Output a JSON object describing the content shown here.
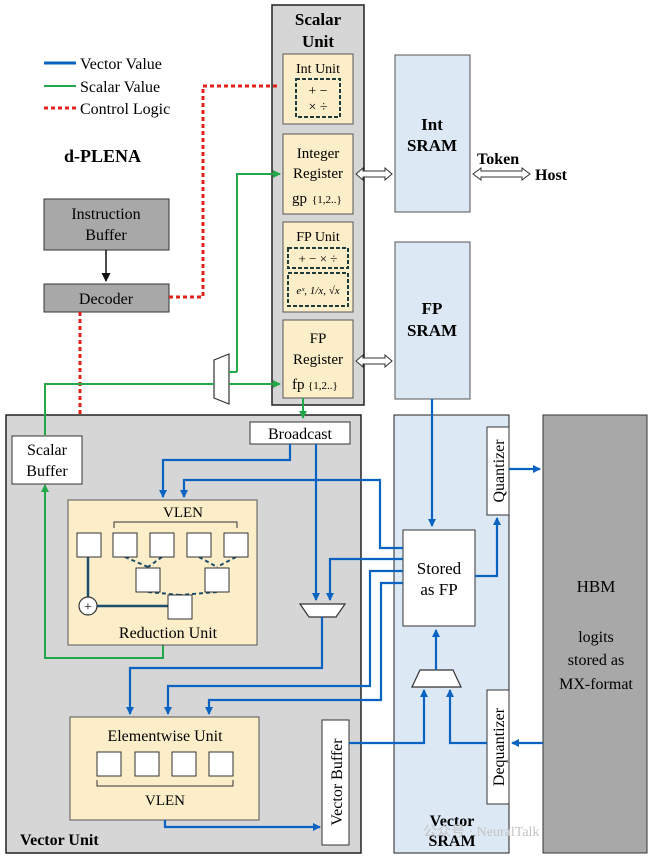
{
  "legend": {
    "vector": {
      "label": "Vector Value",
      "color": "#0b63c1"
    },
    "scalar": {
      "label": "Scalar Value",
      "color": "#22a84a"
    },
    "control": {
      "label": "Control Logic",
      "color": "#e0201b"
    }
  },
  "title": "d-PLENA",
  "scalar_unit": {
    "title_line1": "Scalar",
    "title_line2": "Unit",
    "int_unit": {
      "label": "Int Unit",
      "ops_top": "+ −",
      "ops_bottom": "× ÷"
    },
    "int_register": {
      "line1": "Integer",
      "line2": "Register",
      "sym": "gp",
      "sub": "{1,2..}"
    },
    "fp_unit": {
      "label": "FP Unit",
      "ops": "+ − × ÷",
      "funcs": "eˣ, 1/x, √x"
    },
    "fp_register": {
      "line1": "FP",
      "line2": "Register",
      "sym": "fp",
      "sub": "{1,2..}"
    }
  },
  "int_sram": {
    "line1": "Int",
    "line2": "SRAM"
  },
  "fp_sram": {
    "line1": "FP",
    "line2": "SRAM"
  },
  "token_label": "Token",
  "host_label": "Host",
  "instruction_buffer": {
    "line1": "Instruction",
    "line2": "Buffer"
  },
  "decoder": "Decoder",
  "scalar_buffer": {
    "line1": "Scalar",
    "line2": "Buffer"
  },
  "broadcast": "Broadcast",
  "reduction_unit": {
    "vlen": "VLEN",
    "label": "Reduction Unit",
    "plus": "+"
  },
  "elementwise_unit": {
    "label": "Elementwise Unit",
    "vlen": "VLEN"
  },
  "vector_buffer": "Vector Buffer",
  "vector_unit": "Vector Unit",
  "vector_sram": {
    "line1": "Vector",
    "line2": "SRAM"
  },
  "stored_as_fp": {
    "line1": "Stored",
    "line2": "as FP"
  },
  "quantizer": "Quantizer",
  "dequantizer": "Dequantizer",
  "hbm": {
    "title": "HBM",
    "line1": "logits",
    "line2": "stored as",
    "line3": "MX-format"
  },
  "watermark": "公众号 · NeuralTalk"
}
